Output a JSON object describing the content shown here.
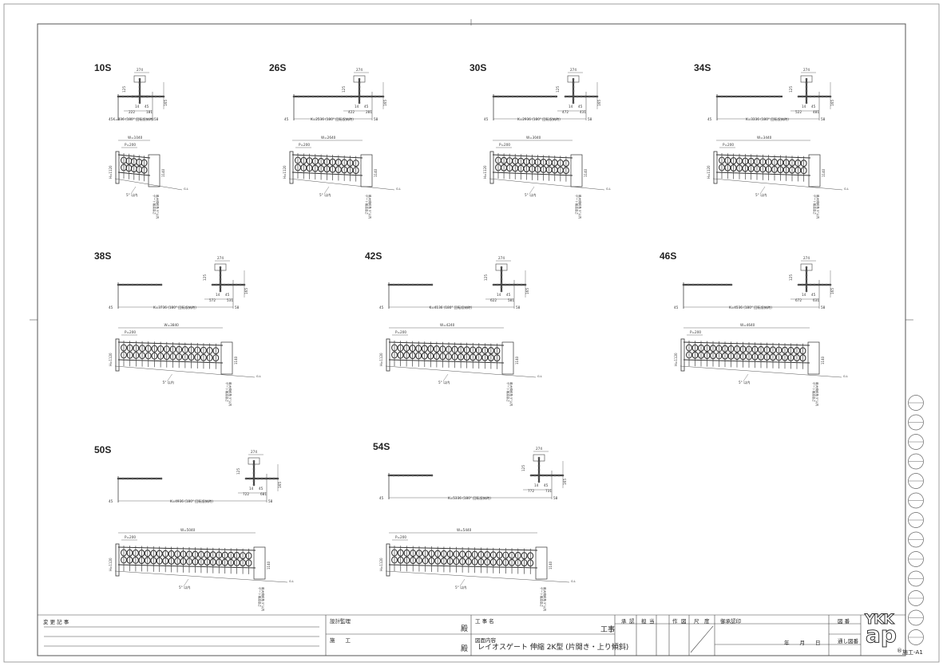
{
  "titleblock": {
    "change_record": "変 更 記 事",
    "design_supervision": "設計監理",
    "construction": "施　　工",
    "honorific_1": "殿",
    "honorific_2": "殿",
    "project_name_label": "工 事 名",
    "project_suffix": "工事",
    "drawing_content_label": "図面内容",
    "drawing_title": "レイオスゲート 伸縮 2K型 (片開き・上り傾斜)",
    "col_headers": [
      "承",
      "認",
      "担",
      "当",
      "作",
      "図",
      "尺",
      "度"
    ],
    "approval_label": "御承認印",
    "date_text": "年　　月　　日",
    "drawing_no_label": "図 番",
    "serial_no_label": "通し図番",
    "sheet_id": "施工-A1",
    "logo_top": "YKK",
    "logo_bottom": "ap"
  },
  "panels": [
    {
      "id": "10S",
      "label": "10S",
      "k": "K=836  (180° 回転収納時)",
      "w": "W=1040",
      "m1": "222",
      "m2": "181",
      "spots": 4
    },
    {
      "id": "26S",
      "label": "26S",
      "k": "K=2536 (180° 回転収納時)",
      "w": "W=2640",
      "m1": "422",
      "m2": "281",
      "spots": 10
    },
    {
      "id": "30S",
      "label": "30S",
      "k": "K=2936 (180° 回転収納時)",
      "w": "W=3040",
      "m1": "472",
      "m2": "431",
      "spots": 11
    },
    {
      "id": "34S",
      "label": "34S",
      "k": "K=3336 (180° 回転収納時)",
      "w": "W=3440",
      "m1": "522",
      "m2": "481",
      "spots": 12
    },
    {
      "id": "38S",
      "label": "38S",
      "k": "K=3736 (180° 回転収納時)",
      "w": "W=3840",
      "m1": "572",
      "m2": "531",
      "spots": 14
    },
    {
      "id": "42S",
      "label": "42S",
      "k": "K=4136 (180° 回転収納時)",
      "w": "W=4240",
      "m1": "622",
      "m2": "581",
      "spots": 15
    },
    {
      "id": "46S",
      "label": "46S",
      "k": "K=4536 (180° 回転収納時)",
      "w": "W=4640",
      "m1": "672",
      "m2": "631",
      "spots": 17
    },
    {
      "id": "50S",
      "label": "50S",
      "k": "K=4936 (180° 回転収納時)",
      "w": "W=5040",
      "m1": "722",
      "m2": "681",
      "spots": 18
    },
    {
      "id": "54S",
      "label": "54S",
      "k": "K=5336 (180° 回転収納時)",
      "w": "W=5440",
      "m1": "772",
      "m2": "731",
      "spots": 19
    }
  ],
  "common_dims": {
    "top_width": "274",
    "h1": "125",
    "h2": "165",
    "d14": "14",
    "d45": "45",
    "d58": "58",
    "pitch": "P=200",
    "height": "H=1120",
    "post": "1140",
    "slope": "5° 以内",
    "gl": "G.L",
    "vertical_note_1": "ゲート最高高さ",
    "vertical_note_2": "最大傾斜角 5°以内"
  }
}
